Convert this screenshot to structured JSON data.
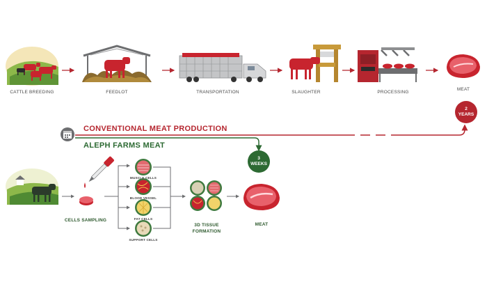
{
  "conventional": {
    "title": "CONVENTIONAL MEAT PRODUCTION",
    "steps": [
      "CATTLE BREEDING",
      "FEEDLOT",
      "TRANSPORTATION",
      "SLAUGHTER",
      "PROCESSING",
      "MEAT"
    ],
    "duration_badge": "2 YEARS"
  },
  "aleph": {
    "title": "ALEPH FARMS MEAT",
    "duration_badge": "3 WEEKS",
    "cells_sampling": "CELLS SAMPLING",
    "cell_types": [
      "MUSCLE CELLS",
      "BLOOD VESSEL",
      "FAT CELLS",
      "SUPPORT CELLS"
    ],
    "tissue_formation": "3D TISSUE FORMATION",
    "meat": "MEAT"
  },
  "colors": {
    "red": "#b5262f",
    "dark_red": "#a8232b",
    "green": "#2d6a33",
    "grey": "#6d6e70",
    "meat_pink": "#e8616b"
  },
  "icons": [
    "calendar-icon",
    "cow-icon",
    "pipette-icon",
    "petri-dish-icon",
    "truck-icon",
    "guillotine-icon",
    "conveyor-icon",
    "steak-icon"
  ]
}
